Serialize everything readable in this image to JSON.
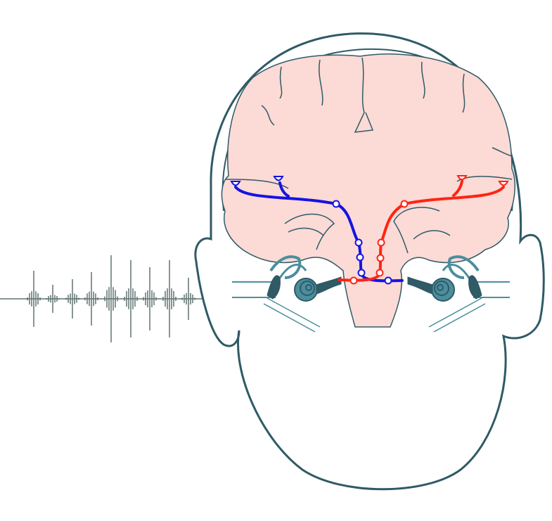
{
  "colors": {
    "outline": "#2f5a66",
    "brain": "#fcdad6",
    "left_pathway": "#1414e0",
    "right_pathway": "#ff2414",
    "ear": "#4b8e9e",
    "sound_wave": "#5f7270"
  },
  "icons": [
    "sound-wave",
    "head",
    "brain",
    "left-ear",
    "right-ear",
    "auditory-pathway-left",
    "auditory-pathway-right"
  ]
}
